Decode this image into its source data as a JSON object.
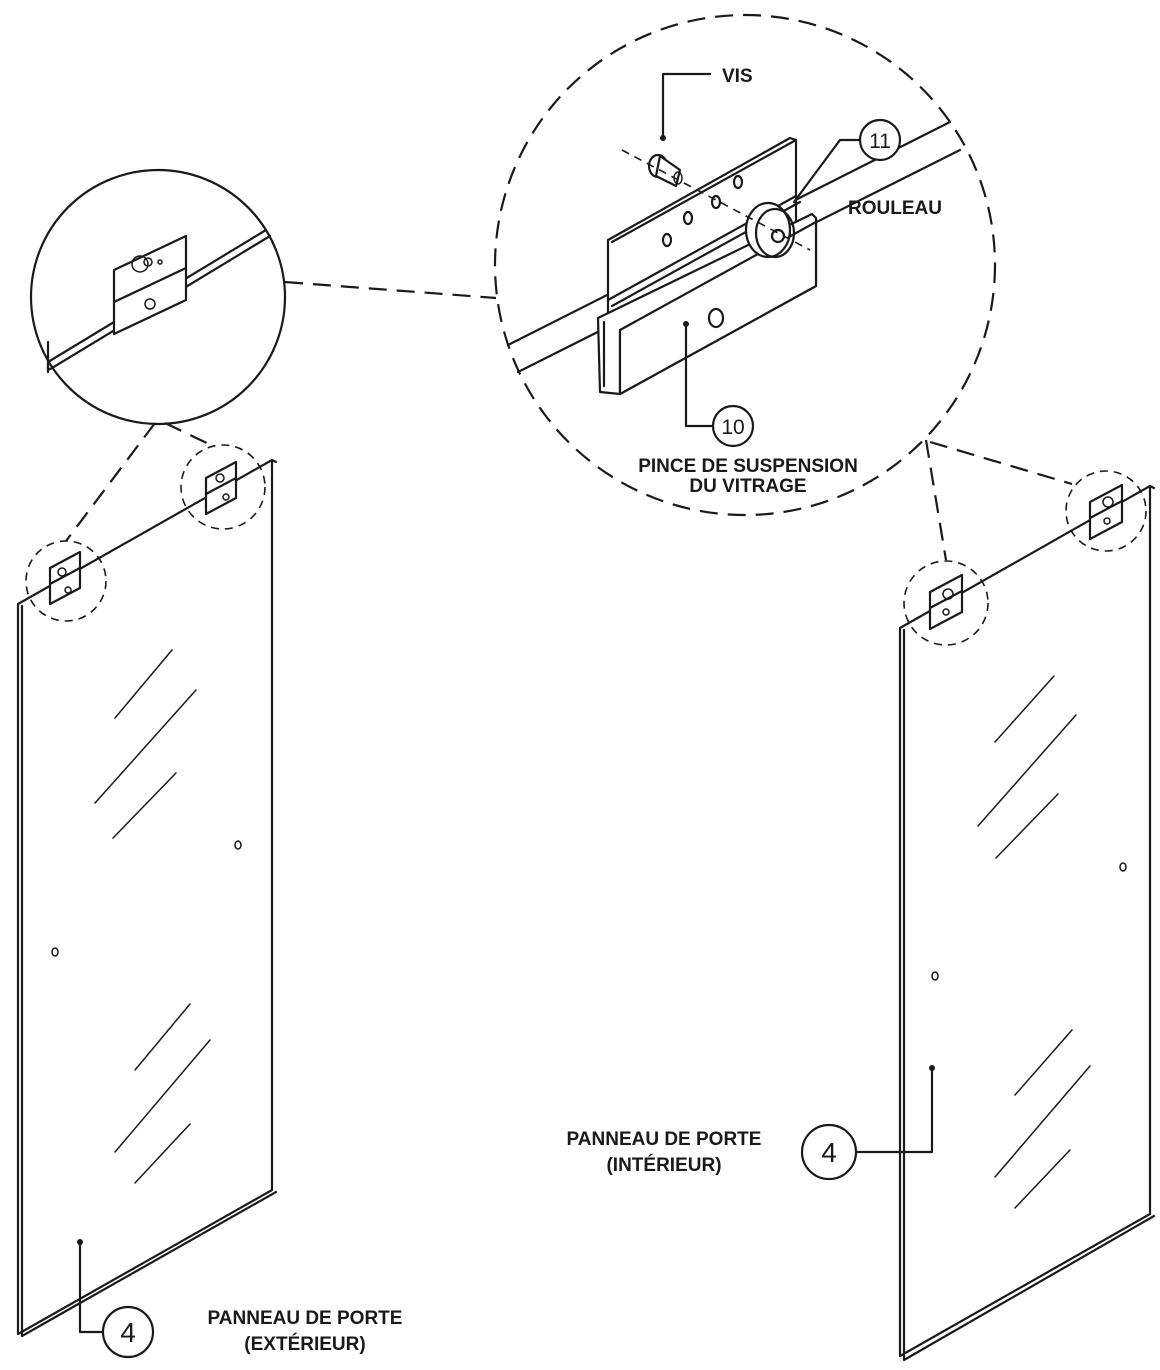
{
  "labels": {
    "vis": "VIS",
    "rouleau": "ROULEAU",
    "pince_line1": "PINCE DE SUSPENSION",
    "pince_line2": "DU VITRAGE",
    "panel_ext_line1": "PANNEAU DE PORTE",
    "panel_ext_line2": "(EXTÉRIEUR)",
    "panel_int_line1": "PANNEAU DE PORTE",
    "panel_int_line2": "(INTÉRIEUR)"
  },
  "callouts": {
    "roller": "11",
    "clamp": "10",
    "panel_ext": "4",
    "panel_int": "4"
  },
  "colors": {
    "ink": "#1a1a1a",
    "background": "#ffffff"
  }
}
